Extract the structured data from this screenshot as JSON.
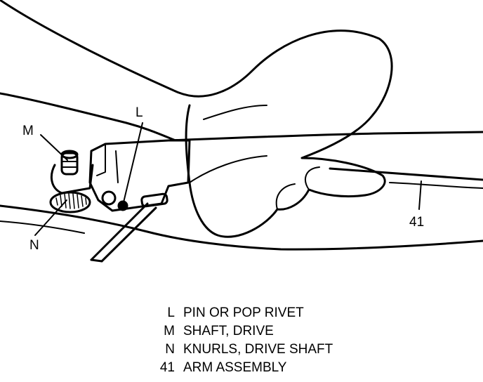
{
  "callouts": {
    "L": "L",
    "M": "M",
    "N": "N",
    "arm": "41"
  },
  "legend": [
    {
      "key": "L",
      "desc": "PIN OR POP RIVET"
    },
    {
      "key": "M",
      "desc": "SHAFT, DRIVE"
    },
    {
      "key": "N",
      "desc": "KNURLS, DRIVE SHAFT"
    },
    {
      "key": "41",
      "desc": "ARM ASSEMBLY"
    }
  ]
}
